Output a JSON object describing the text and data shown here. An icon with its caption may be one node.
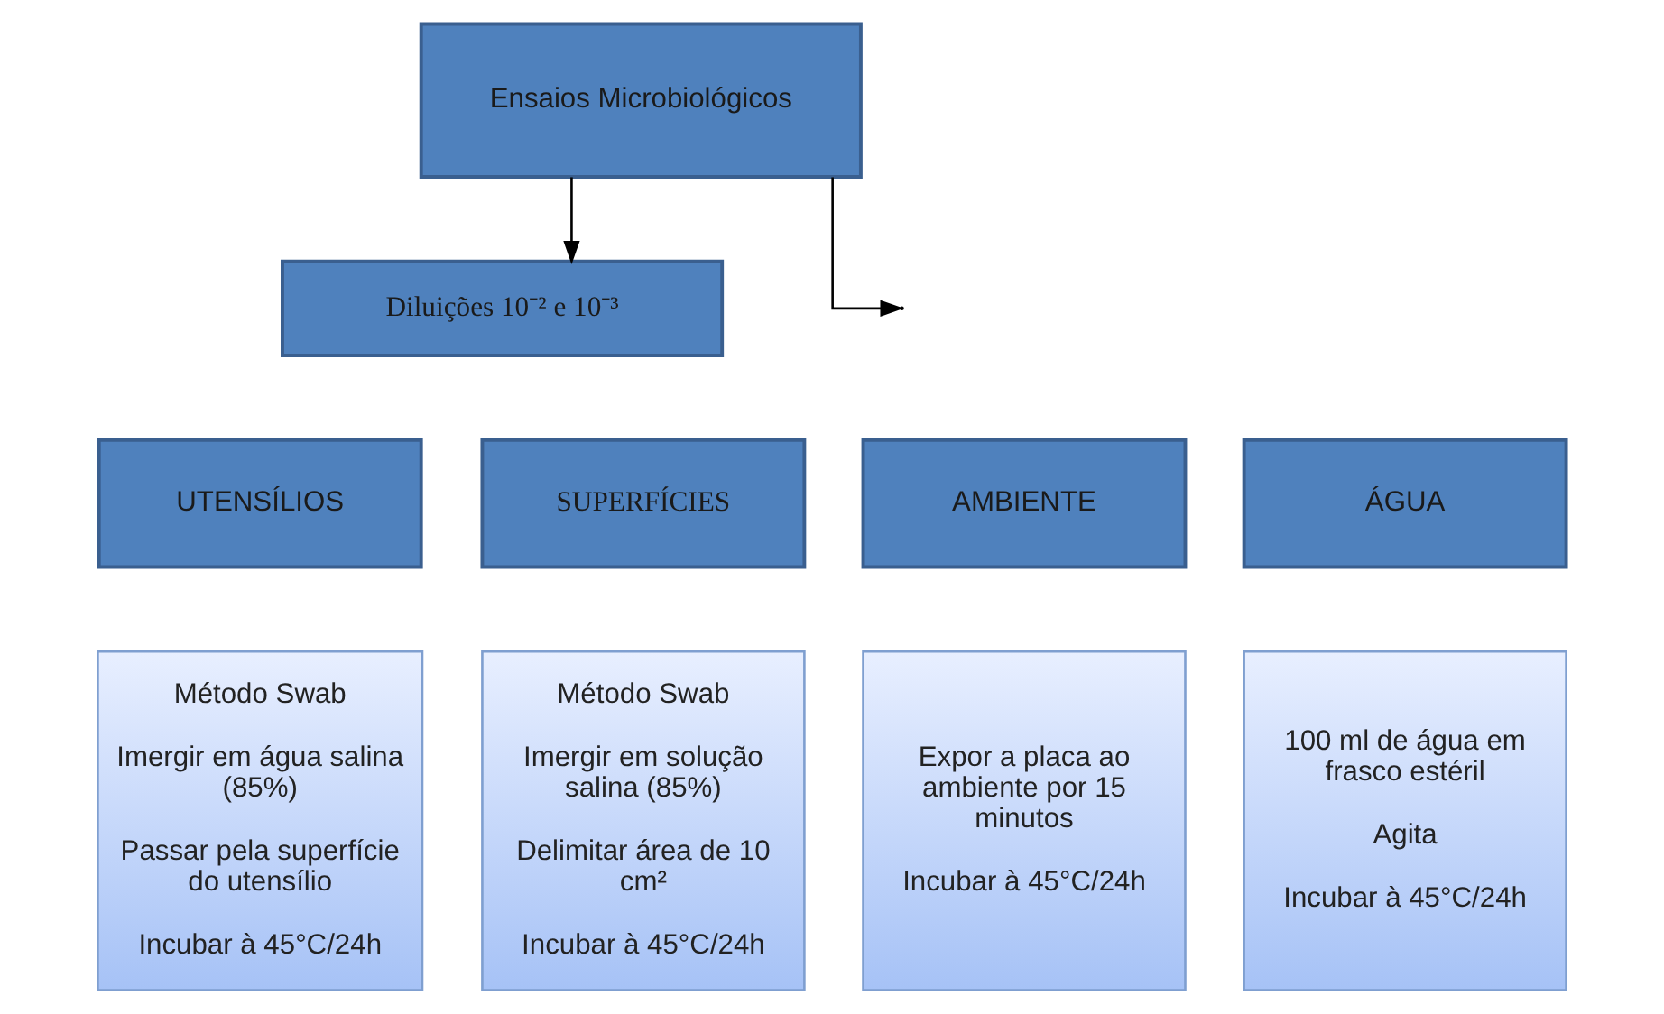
{
  "diagram": {
    "nodes": [
      {
        "text": [
          "Ensaios Microbiológicos"
        ]
      },
      {
        "text": [
          "Diluições 10⁻² e 10⁻³"
        ]
      },
      {
        "text": [
          "UTENSÍLIOS"
        ]
      },
      {
        "text": [
          "SUPERFÍCIES"
        ]
      },
      {
        "text": [
          "AMBIENTE"
        ]
      },
      {
        "text": [
          "ÁGUA"
        ]
      },
      {
        "text": [
          "Método Swab",
          "Imergir em água salina (85%)",
          "Passar pela superfície do utensílio",
          "Incubar à 45°C/24h"
        ]
      },
      {
        "text": [
          "Método Swab",
          "Imergir em solução salina (85%)",
          "Delimitar área de 10 cm²",
          "Incubar à 45°C/24h"
        ]
      },
      {
        "text": [
          "Expor a placa ao ambiente por 15 minutos",
          "Incubar à 45°C/24h"
        ]
      },
      {
        "text": [
          "100 ml de água em frasco estéril",
          "Agita",
          "Incubar à 45°C/24h"
        ]
      }
    ],
    "edges": [
      {
        "from": 0,
        "to": 1,
        "arrow": "to"
      },
      {
        "from": 0,
        "to": null,
        "arrow": "to"
      }
    ]
  }
}
